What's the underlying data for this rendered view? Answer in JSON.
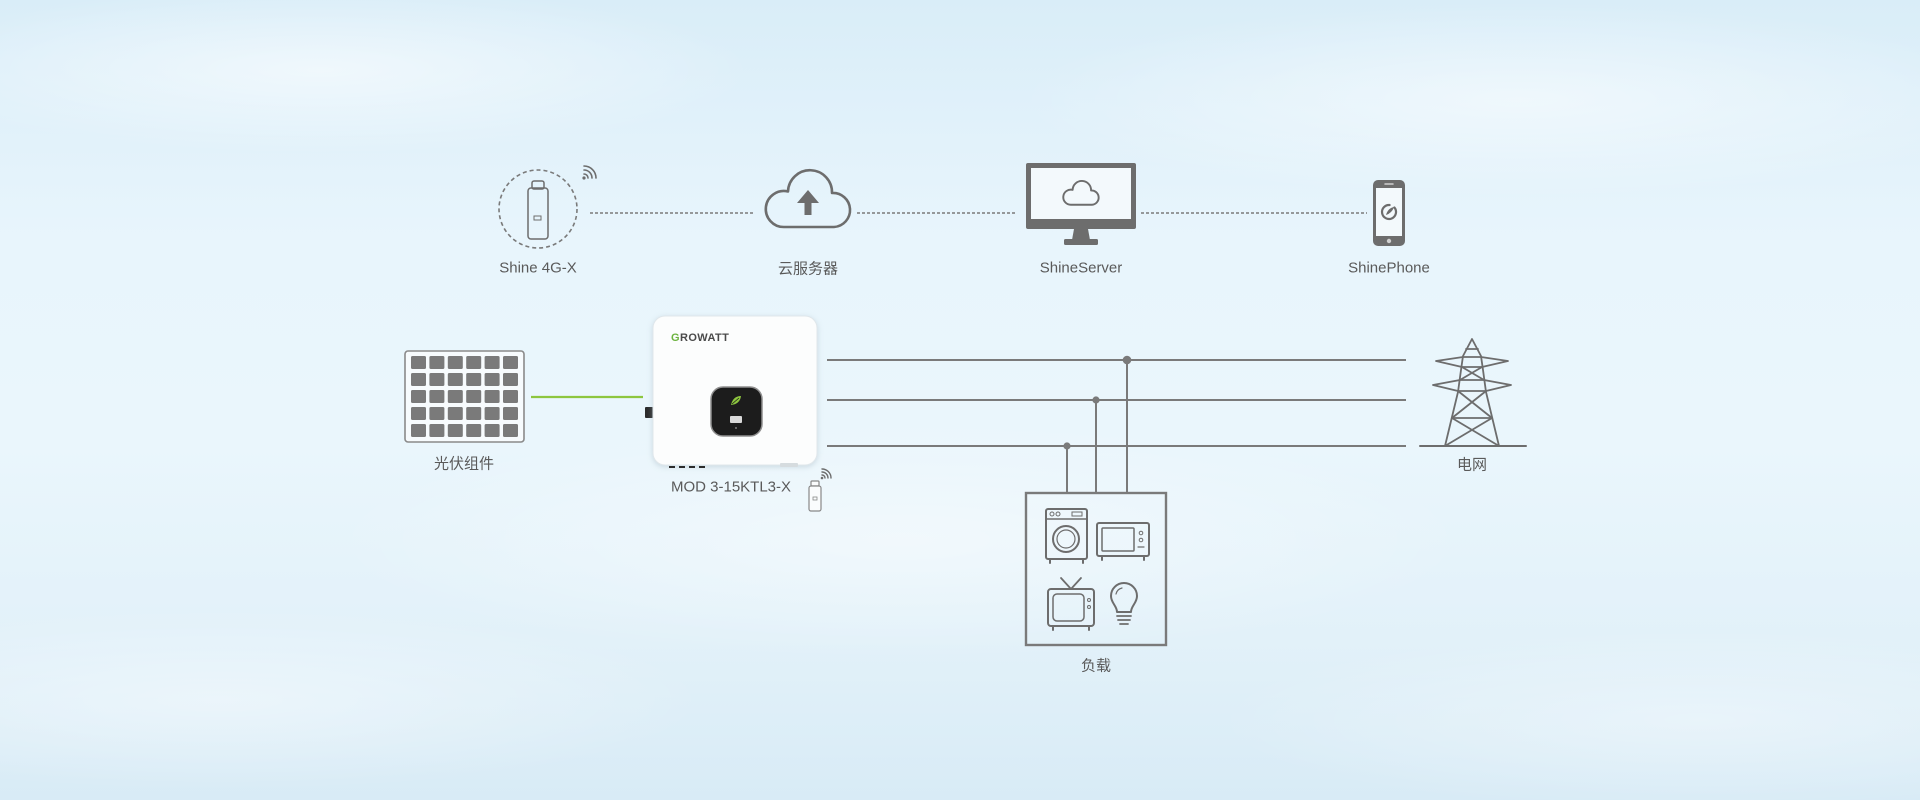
{
  "diagram": {
    "monitoring": {
      "datalogger": "Shine 4G-X",
      "cloud": "云服务器",
      "server": "ShineServer",
      "app": "ShinePhone"
    },
    "power": {
      "pv": "光伏组件",
      "inverter_model": "MOD 3-15KTL3-X",
      "inverter_brand": "GROWATT",
      "grid": "电网",
      "load": "负载"
    }
  },
  "icons": {
    "datalogger": "4g-dongle-icon",
    "datalogger_signal": "wireless-signal-icon",
    "cloud": "cloud-upload-icon",
    "server": "monitor-icon",
    "app": "smartphone-icon",
    "pv": "solar-panel-icon",
    "inverter": "inverter-icon",
    "inverter_dongle": "usb-dongle-icon",
    "grid": "transmission-tower-icon",
    "load": [
      "washing-machine-icon",
      "microwave-icon",
      "tv-icon",
      "light-bulb-icon"
    ]
  },
  "colors": {
    "background": "#e6f3fa",
    "line": "#7a7a7a",
    "icon": "#6d6d6d",
    "label": "#5a5a5a",
    "pv_link": "#8dc63f",
    "brand_accent": "#6cb33f",
    "display": "#1c1c1c"
  }
}
